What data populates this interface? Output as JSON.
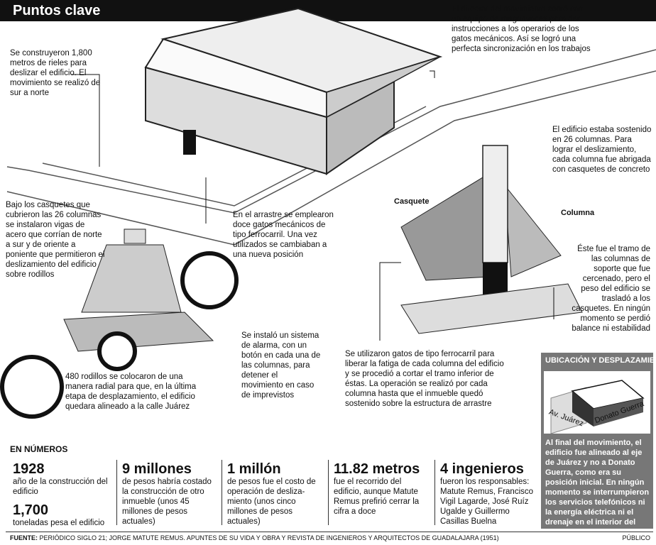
{
  "title": "Puntos clave",
  "notes": {
    "rails": "Se construyeron 1,800 metros de rieles para deslizar el edificio. El movimiento se realizó de sur a norte",
    "director": "El director del movimiento contó con un equipo de magnavoces para dar instrucciones a los operarios de los gatos mecánicos. Así se logró una perfecta sincronización en los trabajos",
    "columns": "El edificio estaba sostenido en 26 columnas. Para lograr el deslizamiento, cada columna fue abrigada con casquetes de concreto",
    "beams": "Bajo los casquetes que cubrieron las 26 columnas se instalaron vigas de acero que corrían de norte a sur y de oriente a poniente que permitieron el deslizamiento del edificio sobre rodillos",
    "jacks": "En el arrastre se emplearon doce gatos mecánicos de tipo ferrocarril. Una vez utilizados se cambiaban a una nueva posición",
    "cut": "Éste fue el tramo de las columnas de soporte que fue cercenado, pero el peso del edificio se trasladó a los casquetes. En ningún momento se perdió balance ni estabilidad",
    "alarm": "Se instaló un sistema de alarma, con un botón en cada una de las columnas, para detener el movimiento en caso de imprevistos",
    "rollers": "480 rodillos se colocaron de una manera radial para que, en la última etapa de desplazamiento, el edificio quedara alineado a la calle Juárez",
    "hydraulic": "Se utilizaron gatos de tipo ferrocarril para liberar la fatiga de cada columna del edificio y se procedió a cortar el tramo inferior de éstas. La operación se realizó por cada columna hasta que el inmueble quedó sostenido sobre la estructura de arrastre"
  },
  "labels": {
    "casquete": "Casquete",
    "columna": "Columna"
  },
  "numbers": {
    "title": "EN NÚMEROS",
    "items": [
      {
        "big": "1928",
        "desc": "año de la construcción del edificio"
      },
      {
        "big": "1,700",
        "desc": "toneladas pesa el edificio"
      },
      {
        "big": "9 millones",
        "desc": "de pesos habría costado la construcción de otro inmueble (unos 45 millones de pesos actuales)"
      },
      {
        "big": "1 millón",
        "desc": "de pesos fue el costo de operación de desliza-miento (unos cinco millones de pesos actuales)"
      },
      {
        "big": "11.82 metros",
        "desc": "fue el recorrido del edificio, aunque Matute Remus prefirió cerrar la cifra a doce"
      },
      {
        "big": "4 ingenieros",
        "desc": "fueron los responsables: Matute Remus, Francisco Vigil Lagarde, José Ruíz Ugalde y Guillermo Casillas Buelna"
      }
    ]
  },
  "sidebar": {
    "title": "UBICACIÓN Y DESPLAZAMIENTO",
    "street1": "Av. Juárez",
    "street2": "Donato Guerra",
    "text": "Al final del movimiento, el edificio fue alineado al eje de Juárez y no a Donato Guerra, como era su posición inicial. En ningún momento se interrumpieron los servicios telefónicos ni la energía eléctrica ni el drenaje en el interior del inmueble"
  },
  "footer": {
    "label": "FUENTE:",
    "text": " PERIÓDICO SIGLO 21; JORGE MATUTE REMUS. APUNTES DE SU VIDA Y OBRA Y REVISTA DE INGENIEROS Y ARQUITECTOS DE GUADALAJARA (1951)",
    "credit": "PÚBLICO"
  }
}
